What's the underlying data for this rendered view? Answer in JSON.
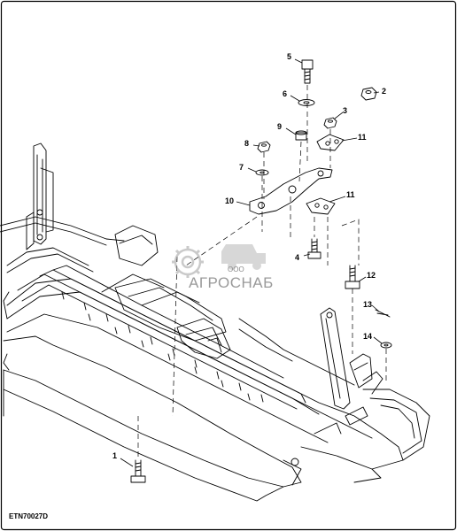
{
  "figure_id": "ETN70027D",
  "callouts": [
    {
      "id": "c5",
      "text": "5"
    },
    {
      "id": "c2",
      "text": "2"
    },
    {
      "id": "c6",
      "text": "6"
    },
    {
      "id": "c3",
      "text": "3"
    },
    {
      "id": "c9",
      "text": "9"
    },
    {
      "id": "c11a",
      "text": "11"
    },
    {
      "id": "c8",
      "text": "8"
    },
    {
      "id": "c7",
      "text": "7"
    },
    {
      "id": "c10",
      "text": "10"
    },
    {
      "id": "c11b",
      "text": "11"
    },
    {
      "id": "c4",
      "text": "4"
    },
    {
      "id": "c12",
      "text": "12"
    },
    {
      "id": "c13",
      "text": "13"
    },
    {
      "id": "c14",
      "text": "14"
    },
    {
      "id": "c1",
      "text": "1"
    }
  ],
  "watermark": {
    "small": "ООО",
    "big": "АГРОСНАБ"
  }
}
